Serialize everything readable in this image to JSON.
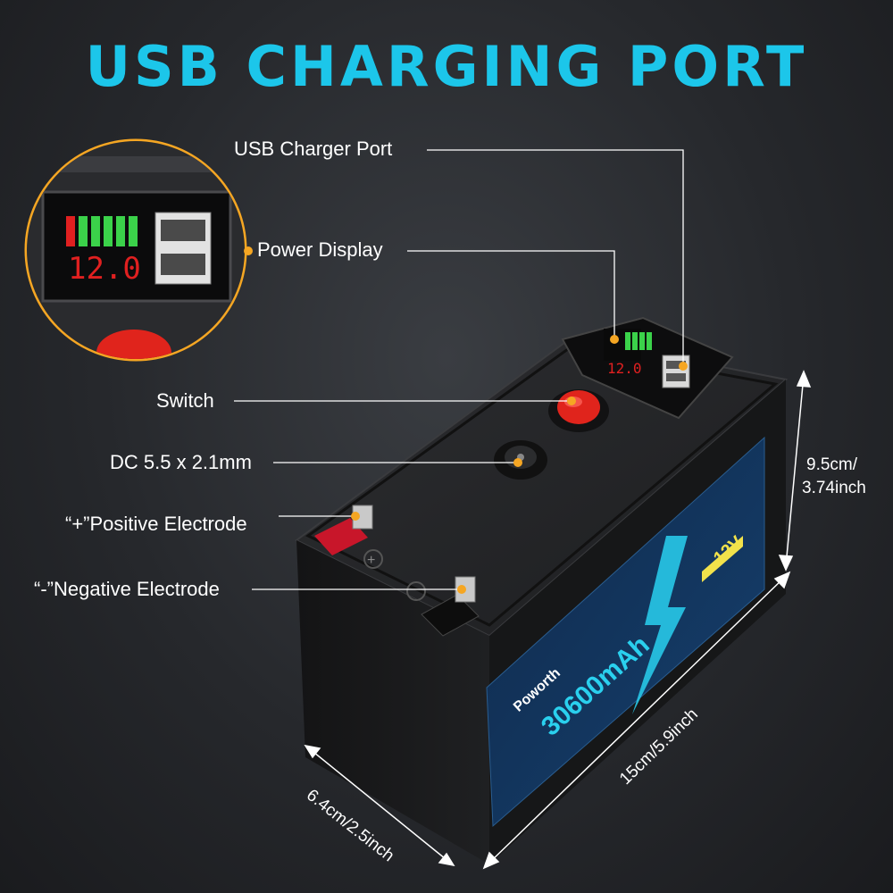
{
  "title": "USB CHARGING PORT",
  "callouts": {
    "usb_port": "USB Charger Port",
    "power_display": "Power Display",
    "switch": "Switch",
    "dc": "DC 5.5 x 2.1mm",
    "positive": "“+”Positive Electrode",
    "negative": "“-”Negative Electrode"
  },
  "display_reading": "12.0",
  "battery_label": {
    "brand": "Poworth",
    "capacity": "30600mAh",
    "voltage": "12V"
  },
  "dimensions": {
    "height_cm": "9.5cm/",
    "height_in": "3.74inch",
    "length": "15cm/5.9inch",
    "width": "6.4cm/2.5inch"
  },
  "colors": {
    "accent": "#1cc6ea",
    "dot": "#f5a623",
    "switch": "#e0241c",
    "label_blue": "#13325a"
  }
}
